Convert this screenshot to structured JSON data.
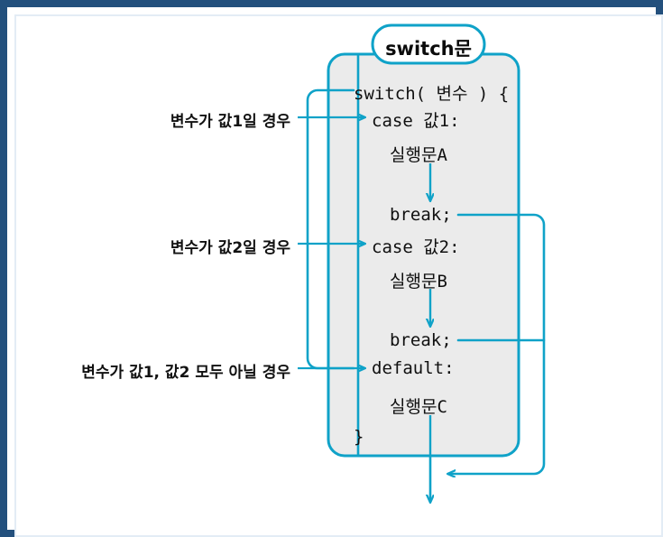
{
  "diagram": {
    "title": "switch문",
    "type": "flowchart",
    "accent_color": "#0fa2c8",
    "frame_color": "#23507d",
    "box_fill": "#ebebeb",
    "text_color": "#101010",
    "code_lines": [
      {
        "key": "switch_header",
        "text": "switch( 변수 ) {",
        "indent": 0
      },
      {
        "key": "case1",
        "text": "case  값1:",
        "indent": 1
      },
      {
        "key": "stmt_a",
        "text": "실행문A",
        "indent": 2
      },
      {
        "key": "break1",
        "text": "break;",
        "indent": 2
      },
      {
        "key": "case2",
        "text": "case  값2:",
        "indent": 1
      },
      {
        "key": "stmt_b",
        "text": "실행문B",
        "indent": 2
      },
      {
        "key": "break2",
        "text": "break;",
        "indent": 2
      },
      {
        "key": "default",
        "text": "default:",
        "indent": 1
      },
      {
        "key": "stmt_c",
        "text": "실행문C",
        "indent": 2
      },
      {
        "key": "close_brace",
        "text": "}",
        "indent": 0
      }
    ],
    "branch_labels": [
      {
        "key": "label_case1",
        "text": "변수가 값1일 경우"
      },
      {
        "key": "label_case2",
        "text": "변수가 값2일 경우"
      },
      {
        "key": "label_default",
        "text": "변수가 값1, 값2 모두 아닐 경우"
      }
    ]
  }
}
